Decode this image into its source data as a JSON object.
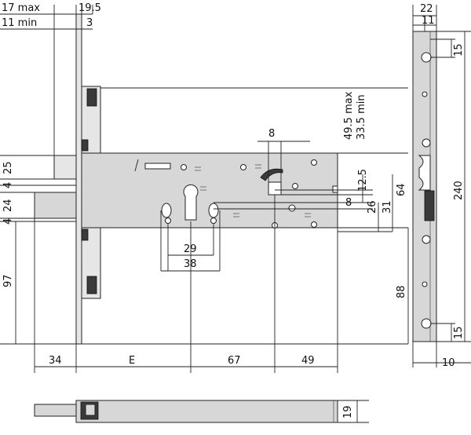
{
  "dimensions": {
    "top_left": {
      "max17": "17 max",
      "min11": "11 min",
      "w195": "19.5",
      "w3": "3"
    },
    "left_side": {
      "d25": "25",
      "d4": "4",
      "d24": "24",
      "d4b": "4",
      "d97": "97"
    },
    "right_side": {
      "max495": "49.5 max",
      "min335": "33.5 min",
      "d8top": "8",
      "d125": "12.5",
      "d8mid": "8",
      "d26": "26",
      "d31": "31",
      "d64": "64",
      "d88": "88"
    },
    "bottom": {
      "d29": "29",
      "d38": "38",
      "d34": "34",
      "dE": "E",
      "d67": "67",
      "d49": "49"
    },
    "faceplate": {
      "d22": "22",
      "d11": "11",
      "d15top": "15",
      "d240": "240",
      "d15bot": "15",
      "d10": "10"
    },
    "bottom_view": {
      "d19": "19"
    }
  }
}
